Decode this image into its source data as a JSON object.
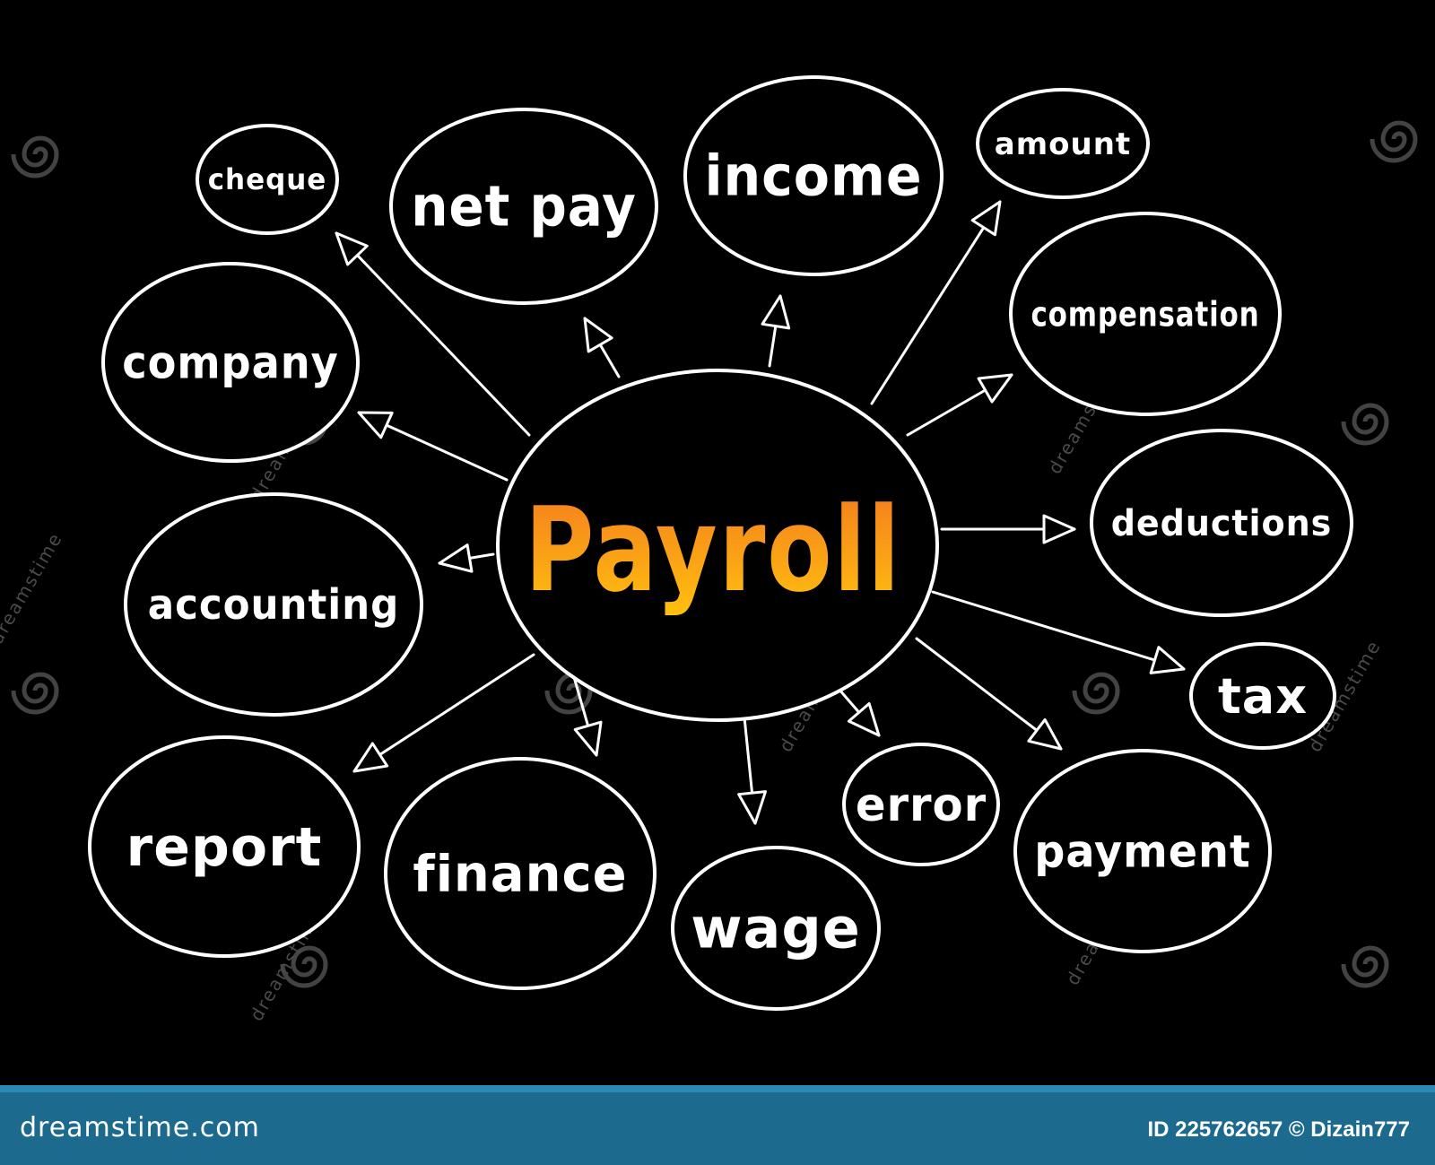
{
  "diagram": {
    "center": {
      "label": "Payroll"
    },
    "nodes": [
      {
        "id": "cheque",
        "label": "cheque"
      },
      {
        "id": "net-pay",
        "label": "net pay"
      },
      {
        "id": "income",
        "label": "income"
      },
      {
        "id": "amount",
        "label": "amount"
      },
      {
        "id": "compensation",
        "label": "compensation"
      },
      {
        "id": "company",
        "label": "company"
      },
      {
        "id": "deductions",
        "label": "deductions"
      },
      {
        "id": "accounting",
        "label": "accounting"
      },
      {
        "id": "tax",
        "label": "tax"
      },
      {
        "id": "report",
        "label": "report"
      },
      {
        "id": "finance",
        "label": "finance"
      },
      {
        "id": "wage",
        "label": "wage"
      },
      {
        "id": "error",
        "label": "error"
      },
      {
        "id": "payment",
        "label": "payment"
      }
    ],
    "colors": {
      "background": "#000000",
      "outline": "#ffffff",
      "center_gradient_top": "#f47a1f",
      "center_gradient_bottom": "#ffc20e"
    }
  },
  "watermark": {
    "icon": "dreamstime-spiral-icon",
    "text": "dreamstime"
  },
  "footer": {
    "brand": "dreamstime.com",
    "credit": "ID 225762657 © Dizain777",
    "color": "#1c6b8e"
  }
}
